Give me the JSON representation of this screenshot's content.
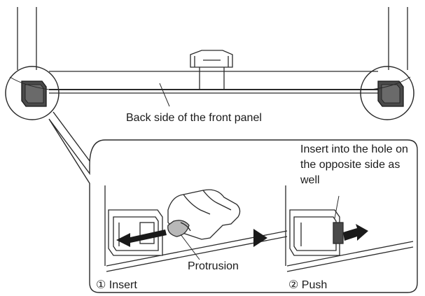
{
  "labels": {
    "panel_caption": "Back side of the front panel",
    "insert_note": "Insert into the hole on the opposite side as well",
    "protrusion": "Protrusion",
    "step1": "① Insert",
    "step2": "② Push"
  },
  "icons": {
    "left_bracket": "bracket-icon",
    "right_bracket": "bracket-icon",
    "arrow_left": "arrow-left-icon",
    "arrow_right": "arrow-right-icon",
    "step_triangle": "triangle-right-icon"
  },
  "colors": {
    "line": "#2a2a2a",
    "arrow_fill": "#1a1a1a",
    "bracket_fill": "#4a4a4a",
    "shade": "#b8b8b8"
  }
}
